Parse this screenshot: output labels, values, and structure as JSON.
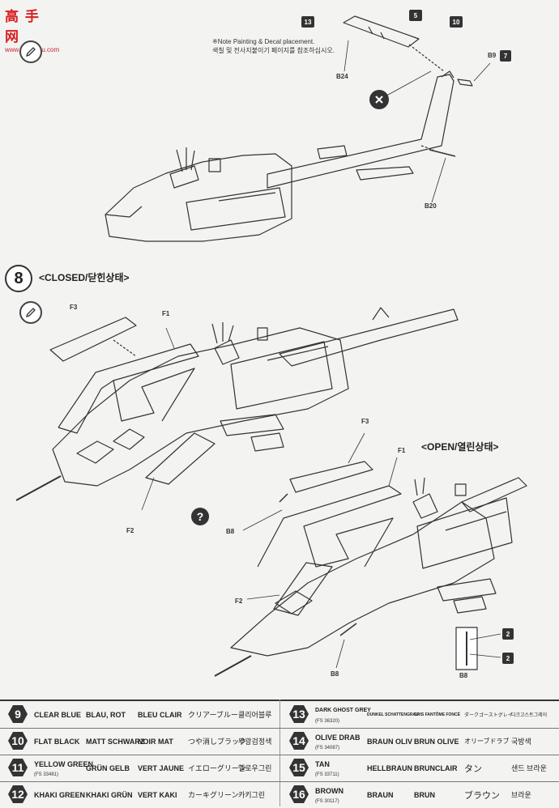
{
  "watermark": {
    "logo": "高 手 网",
    "url": "www.gaoshou.com"
  },
  "top_note": {
    "line1": "※Note Painting & Decal placement.",
    "line2": "색칠 및 전사지붙이기 페이지를 참조하십시오."
  },
  "step": {
    "number": "8"
  },
  "views": {
    "closed": "<CLOSED/닫힌상태>",
    "open": "<OPEN/열린상태>"
  },
  "part_labels": {
    "b24": "B24",
    "b9": "B9",
    "b20": "B20",
    "f3a": "F3",
    "f1a": "F1",
    "f2a": "F2",
    "f3b": "F3",
    "f1b": "F1",
    "f2b": "F2",
    "b8a": "B8",
    "b8b": "B8",
    "b8c": "B8"
  },
  "callouts": {
    "c13": "13",
    "c5": "5",
    "c10": "10",
    "c7": "7",
    "c2a": "2",
    "c2b": "2"
  },
  "icons": {
    "pencil": "pencil-icon",
    "no_glue": "no-glue-icon",
    "question": "question-icon"
  },
  "colors_table": [
    {
      "num": "9",
      "en": "CLEAR BLUE",
      "de": "BLAU, ROT",
      "fr": "BLEU CLAIR",
      "jp": "クリアーブルー",
      "kr": "클리어블루",
      "fs": ""
    },
    {
      "num": "10",
      "en": "FLAT BLACK",
      "de": "MATT SCHWARZ",
      "fr": "NOIR MAT",
      "jp": "つや消しブラック",
      "kr": "무광검정색",
      "fs": ""
    },
    {
      "num": "11",
      "en": "YELLOW GREEN",
      "de": "GRÜN GELB",
      "fr": "VERT JAUNE",
      "jp": "イエローグリーン",
      "kr": "옐로우그린",
      "fs": "(FS 33481)"
    },
    {
      "num": "12",
      "en": "KHAKI GREEN",
      "de": "KHAKI GRÜN",
      "fr": "VERT KAKI",
      "jp": "カーキグリーン",
      "kr": "카키그린",
      "fs": ""
    },
    {
      "num": "13",
      "en": "DARK GHOST GREY",
      "de": "DUNKEL SCHATTENGRAU",
      "fr": "GRIS FANTÔME FONCÉ",
      "jp": "ダークゴーストグレイ",
      "kr": "다크고스트그레이",
      "fs": "(FS 36320)"
    },
    {
      "num": "14",
      "en": "OLIVE DRAB",
      "de": "BRAUN OLIV",
      "fr": "BRUN OLIVE",
      "jp": "オリーブドラブ",
      "kr": "국방색",
      "fs": "(FS 34087)"
    },
    {
      "num": "15",
      "en": "TAN",
      "de": "HELLBRAUN",
      "fr": "BRUNCLAIR",
      "jp": "タン",
      "kr": "샌드 브라운",
      "fs": "(FS 33711)"
    },
    {
      "num": "16",
      "en": "BROWN",
      "de": "BRAUN",
      "fr": "BRUN",
      "jp": "ブラウン",
      "kr": "브라운",
      "fs": "(FS 30117)"
    }
  ]
}
